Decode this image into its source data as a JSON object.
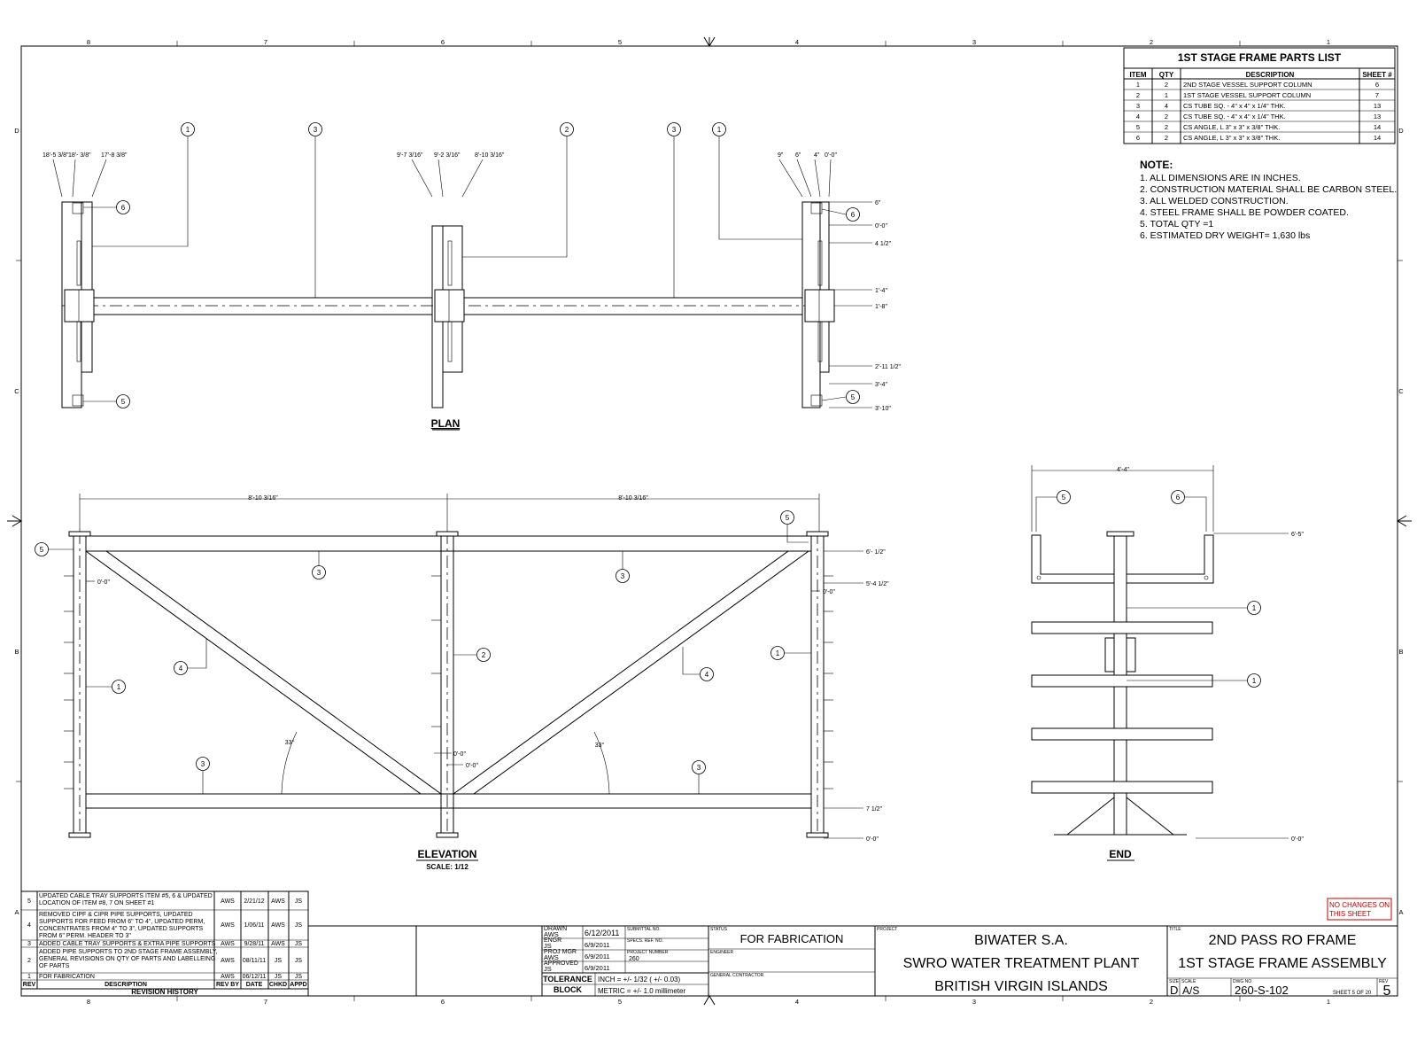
{
  "parts_list": {
    "title": "1ST STAGE FRAME PARTS LIST",
    "headers": [
      "ITEM",
      "QTY",
      "DESCRIPTION",
      "SHEET #"
    ],
    "rows": [
      [
        "1",
        "2",
        "2ND STAGE VESSEL SUPPORT COLUMN",
        "6"
      ],
      [
        "2",
        "1",
        "1ST STAGE VESSEL SUPPORT COLUMN",
        "7"
      ],
      [
        "3",
        "4",
        "CS TUBE SQ. - 4\" x 4\" x 1/4\" THK.",
        "13"
      ],
      [
        "4",
        "2",
        "CS TUBE SQ. - 4\" x 4\" x 1/4\" THK.",
        "13"
      ],
      [
        "5",
        "2",
        "CS ANGLE,  L 3\" x 3\" x 3/8\" THK.",
        "14"
      ],
      [
        "6",
        "2",
        "CS ANGLE,  L 3\" x 3\" x 3/8\" THK.",
        "14"
      ]
    ]
  },
  "notes": {
    "title": "NOTE:",
    "items": [
      "1. ALL DIMENSIONS ARE IN INCHES.",
      "2. CONSTRUCTION MATERIAL SHALL BE CARBON STEEL.",
      "3. ALL WELDED CONSTRUCTION.",
      "4. STEEL FRAME SHALL BE POWDER COATED.",
      "5. TOTAL QTY =1",
      "6. ESTIMATED DRY WEIGHT= 1,630 lbs"
    ]
  },
  "zones": {
    "cols_top": [
      "8",
      "7",
      "6",
      "5",
      "4",
      "3",
      "2",
      "1"
    ],
    "rows_side": [
      "D",
      "C",
      "B",
      "A"
    ]
  },
  "plan": {
    "label": "PLAN",
    "top_dims_left": [
      "18'-5 3/8\"",
      "18'- 3/8\"",
      "17'-8 3/8\""
    ],
    "top_dims_mid": [
      "9'-7 3/16\"",
      "9'-2 3/16\"",
      "8'-10 3/16\""
    ],
    "top_dims_right": [
      "9\"",
      "6\"",
      "4\"",
      "0'-0\""
    ],
    "right_dims": [
      "6\"",
      "0'-0\"",
      "4 1/2\"",
      "1'-4\"",
      "1'-8\"",
      "2'-11 1/2\"",
      "3'-4\"",
      "3'-10\""
    ],
    "callouts": [
      "1",
      "3",
      "2",
      "3",
      "1",
      "6",
      "6",
      "5",
      "5"
    ]
  },
  "elevation": {
    "label": "ELEVATION",
    "scale": "SCALE: 1/12",
    "top_dims": [
      "8'-10 3/16\"",
      "8'-10 3/16\""
    ],
    "right_dims": [
      "6'- 1/2\"",
      "5'-4 1/2\"",
      "7 1/2\"",
      "0'-0\""
    ],
    "inner_dims": [
      "0'-0\"",
      "0'-0\"",
      "0'-0\"",
      "0'-0\""
    ],
    "angles": [
      "33°",
      "33°"
    ],
    "callouts": [
      "5",
      "3",
      "3",
      "5",
      "4",
      "4",
      "1",
      "2",
      "1",
      "3",
      "3"
    ]
  },
  "end_view": {
    "label": "END",
    "width_dim": "4'-4\"",
    "right_dims": [
      "6'-5\"",
      "0'-0\""
    ],
    "callouts": [
      "5",
      "6",
      "1",
      "1"
    ]
  },
  "revisions": {
    "title": "REVISION HISTORY",
    "headers": [
      "REV",
      "DESCRIPTION",
      "REV BY",
      "DATE",
      "CHKD",
      "APPD"
    ],
    "rows": [
      {
        "rev": "5",
        "desc": [
          "UPDATED CABLE TRAY SUPPORTS ITEM #5, 6 & UPDATED",
          "LOCATION OF ITEM #8, 7 ON SHEET #1"
        ],
        "by": "AWS",
        "date": "2/21/12",
        "chkd": "AWS",
        "appd": "JS"
      },
      {
        "rev": "4",
        "desc": [
          "REMOVED CIPF & CIPR PIPE SUPPORTS, UPDATED",
          "SUPPORTS FOR FEED FROM 6\" TO 4\", UPDATED PERM,",
          "CONCENTRATES FROM 4\" TO 3\", UPDATED SUPPORTS",
          "FROM 6\" PERM. HEADER TO 3\""
        ],
        "by": "AWS",
        "date": "1/06/11",
        "chkd": "AWS",
        "appd": "JS"
      },
      {
        "rev": "3",
        "desc": [
          "ADDED CABLE TRAY SUPPORTS & EXTRA PIPE SUPPORTS"
        ],
        "by": "AWS",
        "date": "9/28/11",
        "chkd": "AWS",
        "appd": "JS"
      },
      {
        "rev": "2",
        "desc": [
          "ADDED PIPE SUPPORTS TO 2ND STAGE FRAME ASSEMBLY,",
          "GENERAL REVISIONS ON QTY OF PARTS AND LABELLEING",
          "OF PARTS"
        ],
        "by": "AWS",
        "date": "08/11/11",
        "chkd": "JS",
        "appd": "JS"
      },
      {
        "rev": "1",
        "desc": [
          "FOR FABRICATION"
        ],
        "by": "AWS",
        "date": "06/12/11",
        "chkd": "JS",
        "appd": "JS"
      }
    ]
  },
  "title_block": {
    "drawn_label": "DRAWN",
    "drawn_by": "AWS",
    "drawn_date": "6/12/2011",
    "engr_label": "ENGR",
    "engr_by": "JS",
    "engr_date": "6/9/2011",
    "projmgr_label": "PROJ MGR",
    "projmgr_by": "AWS",
    "projmgr_date": "6/9/2011",
    "approved_label": "APPROVED",
    "approved_by": "JS",
    "approved_date": "6/9/2011",
    "submittal_label": "SUBMITTAL NO.",
    "specs_label": "SPECS. REF. NO.",
    "project_number_label": "PROJECT NUMBER",
    "project_number": "260",
    "tolerance_label": "TOLERANCE",
    "block_label": "BLOCK",
    "inch_tol": "INCH = +/- 1/32 ( +/- 0.03)",
    "metric_tol": "METRIC = +/- 1.0 millimeter",
    "status_label": "STATUS",
    "status": "FOR FABRICATION",
    "engineer_label": "ENGINEER",
    "gc_label": "GENERAL CONTRACTOR",
    "project_label": "PROJECT",
    "project_lines": [
      "BIWATER S.A.",
      "SWRO WATER TREATMENT PLANT",
      "BRITISH VIRGIN ISLANDS"
    ],
    "title_label": "TITLE",
    "title_lines": [
      "2ND PASS RO FRAME",
      "1ST STAGE FRAME ASSEMBLY"
    ],
    "size_label": "SIZE",
    "size": "D",
    "scale_label": "SCALE",
    "scale": "A/S",
    "dwg_label": "DWG NO",
    "dwg_no": "260-S-102",
    "sheet_label": "SHEET 5  OF 20",
    "rev_label": "REV",
    "rev": "5",
    "no_changes": [
      "NO CHANGES ON",
      "THIS SHEET"
    ]
  }
}
